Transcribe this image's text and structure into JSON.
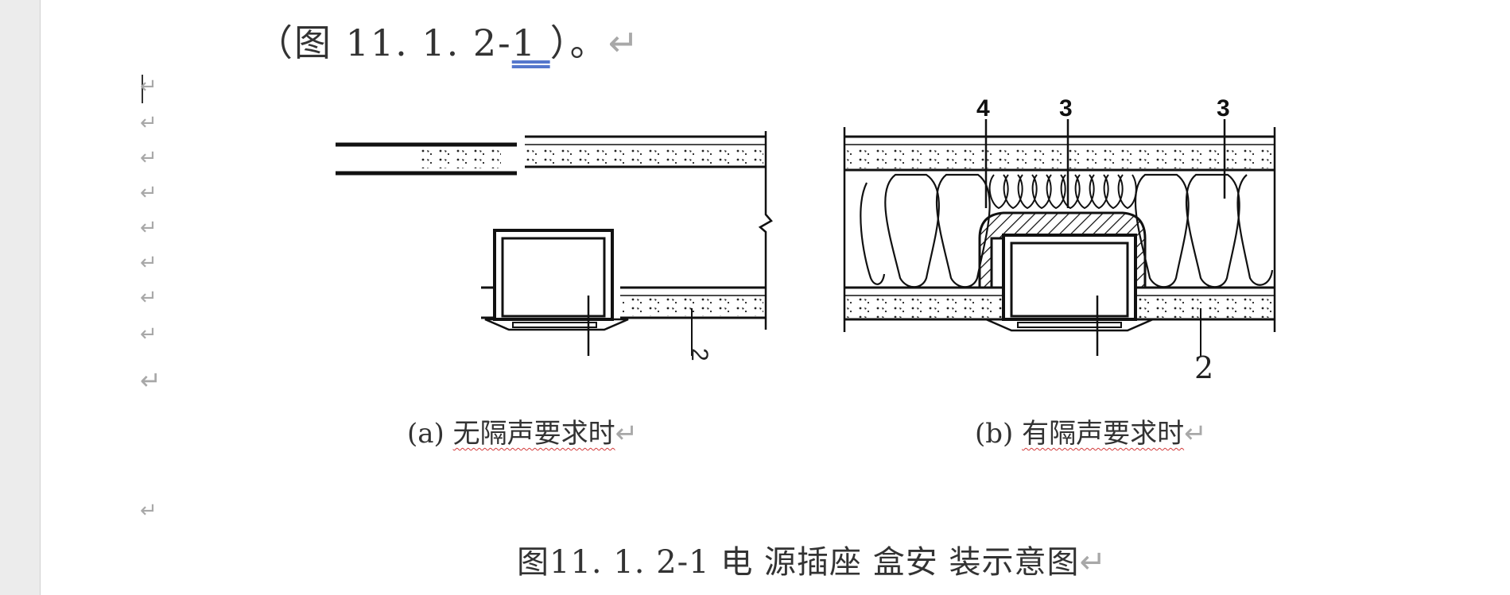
{
  "reference_line": {
    "prefix": "（图  11. 1. 2-",
    "underlined": "1 ",
    "suffix": "）。"
  },
  "paragraph_mark": "↵",
  "figure": {
    "callouts_a": [
      "2"
    ],
    "callouts_b": [
      "4",
      "3",
      "3",
      "2"
    ],
    "caption_a": {
      "prefix": "(a)  ",
      "text": "无隔声要求时"
    },
    "caption_b": {
      "prefix": "(b)  ",
      "text": "有隔声要求时"
    },
    "title": "图11. 1. 2-1     电 源插座 盒安 装示意图"
  }
}
